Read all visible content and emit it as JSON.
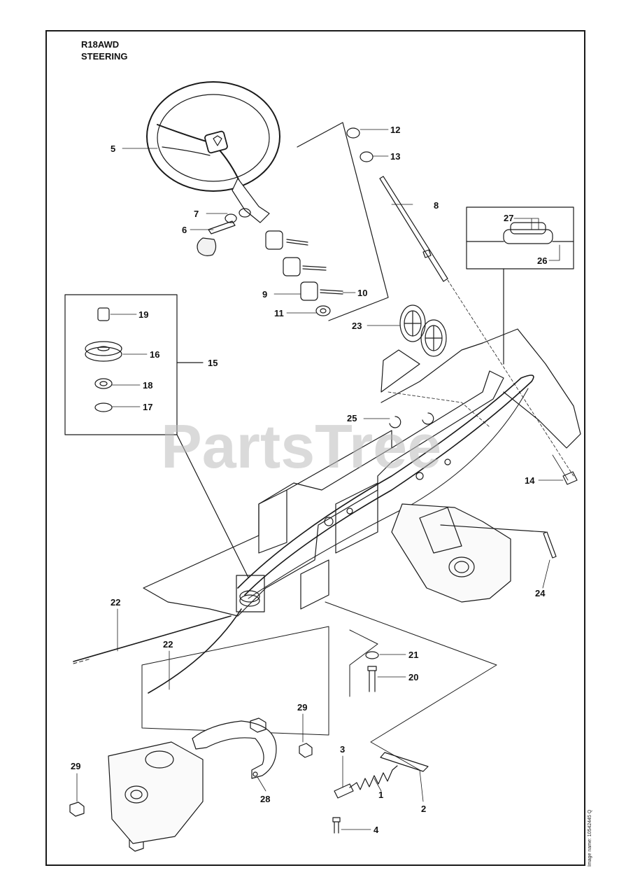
{
  "header": {
    "model": "R18AWD",
    "section": "STEERING"
  },
  "watermark": "PartsTree",
  "image_name": "Image name: 10542445 Q",
  "callouts": {
    "c1": "1",
    "c2": "2",
    "c3": "3",
    "c4": "4",
    "c5": "5",
    "c6": "6",
    "c7": "7",
    "c8": "8",
    "c9": "9",
    "c10": "10",
    "c11": "11",
    "c12": "12",
    "c13": "13",
    "c14": "14",
    "c15": "15",
    "c16": "16",
    "c17": "17",
    "c18": "18",
    "c19": "19",
    "c20": "20",
    "c21": "21",
    "c22a": "22",
    "c22b": "22",
    "c23": "23",
    "c24": "24",
    "c25": "25",
    "c26": "26",
    "c27": "27",
    "c28": "28",
    "c29a": "29",
    "c29b": "29"
  },
  "colors": {
    "line": "#1a1a1a",
    "watermark": "#bdbdbd",
    "background": "#ffffff"
  }
}
